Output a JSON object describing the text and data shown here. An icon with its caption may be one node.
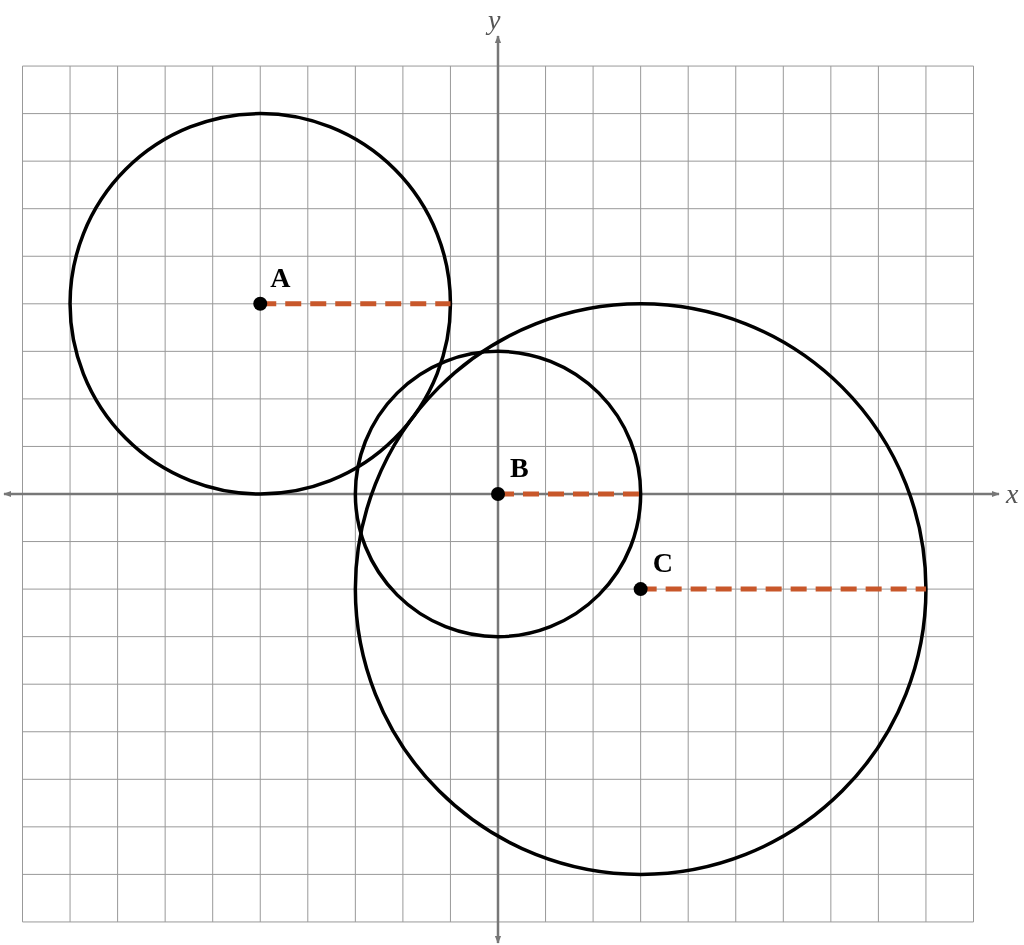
{
  "diagram": {
    "labels": [
      "y",
      "x",
      "A",
      "B",
      "C"
    ]
  }
}
